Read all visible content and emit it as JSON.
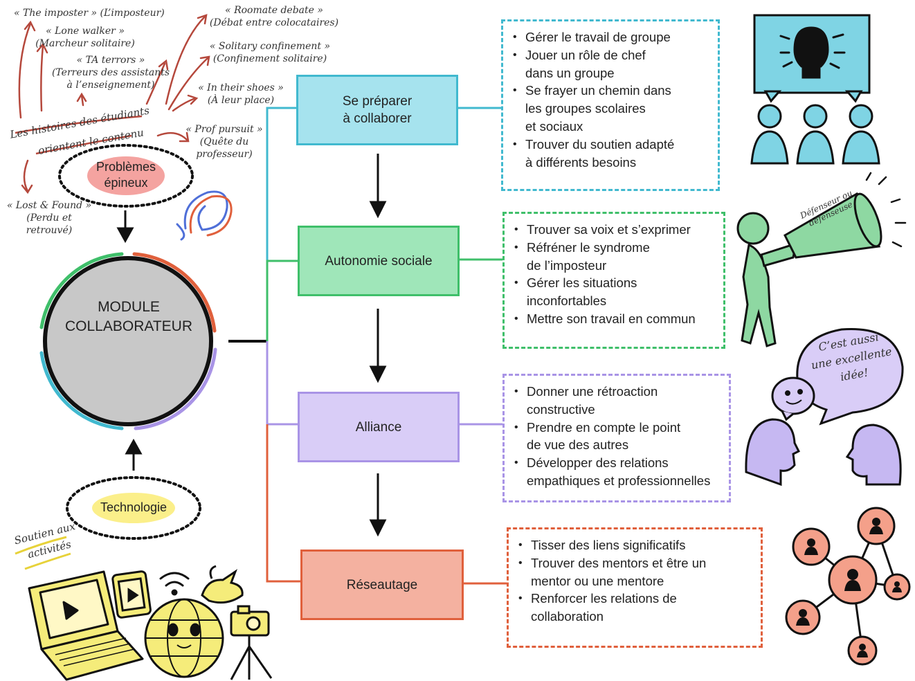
{
  "module": {
    "lines": [
      "MODULE",
      "COLLABORATEUR"
    ]
  },
  "problems": {
    "lines": [
      "Problèmes",
      "épineux"
    ]
  },
  "technology": {
    "label": "Technologie"
  },
  "stories": {
    "lines": [
      "Les histoires des étudiants",
      "orientent le contenu"
    ]
  },
  "activities": {
    "lines": [
      "Soutien aux",
      "activités"
    ]
  },
  "story_notes": [
    {
      "lines": [
        "« The imposter » (L’imposteur)"
      ]
    },
    {
      "lines": [
        "« Lone walker »",
        "(Marcheur solitaire)"
      ]
    },
    {
      "lines": [
        "« TA terrors »",
        "(Terreurs des assistants",
        "à l’enseignement)"
      ]
    },
    {
      "lines": [
        "« Roomate debate »",
        "(Débat entre colocataires)"
      ]
    },
    {
      "lines": [
        "« Solitary confinement »",
        "(Confinement solitaire)"
      ]
    },
    {
      "lines": [
        "« In their shoes »",
        "(À leur place)"
      ]
    },
    {
      "lines": [
        "« Prof pursuit »",
        "(Quête du",
        "professeur)"
      ]
    },
    {
      "lines": [
        "« Lost & Found »",
        "(Perdu et",
        "retrouvé)"
      ]
    }
  ],
  "stages": [
    {
      "lines": [
        "Se préparer",
        "à collaborer"
      ],
      "color": "#41b9cf",
      "fill": "#a6e3ee",
      "items": [
        [
          "Gérer le travail de groupe"
        ],
        [
          "Jouer un rôle de chef",
          "dans un groupe"
        ],
        [
          "Se frayer un chemin dans",
          "les groupes scolaires",
          "et sociaux"
        ],
        [
          "Trouver du soutien adapté",
          "à différents besoins"
        ]
      ]
    },
    {
      "lines": [
        "Autonomie sociale"
      ],
      "color": "#3fbf6a",
      "fill": "#9fe6b9",
      "items": [
        [
          "Trouver sa voix et s’exprimer"
        ],
        [
          "Réfréner le syndrome",
          "de l’imposteur"
        ],
        [
          "Gérer les situations",
          "inconfortables"
        ],
        [
          "Mettre son travail en commun"
        ]
      ]
    },
    {
      "lines": [
        "Alliance"
      ],
      "color": "#a994e6",
      "fill": "#d9cdf7",
      "items": [
        [
          "Donner une rétroaction",
          "constructive"
        ],
        [
          "Prendre en compte le point",
          "de vue des autres"
        ],
        [
          "Développer des relations",
          "empathiques et professionnelles"
        ]
      ]
    },
    {
      "lines": [
        "Réseautage"
      ],
      "color": "#e0603c",
      "fill": "#f4b1a0",
      "items": [
        [
          "Tisser des liens significatifs"
        ],
        [
          "Trouver des mentors et être un",
          "mentor ou une mentore"
        ],
        [
          "Renforcer les relations de",
          "collaboration"
        ]
      ]
    }
  ],
  "megaphone": {
    "lines": [
      "Défenseur ou",
      "défenseuse"
    ]
  },
  "speech": {
    "lines": [
      "C’est aussi",
      "une excellente",
      "idée!"
    ]
  }
}
